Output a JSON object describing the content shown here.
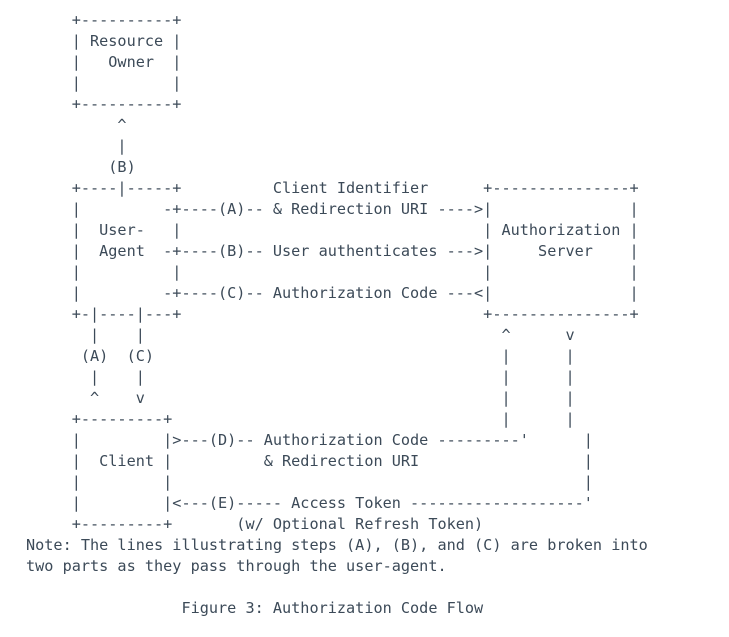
{
  "document": {
    "figure_number": "Figure 3",
    "figure_title": "Authorization Code Flow",
    "caption_line": "                 Figure 3: Authorization Code Flow",
    "background_color": "#ffffff",
    "text_color": "#3c4a58"
  },
  "diagram": {
    "type": "ascii-art-flow-diagram",
    "nodes": [
      {
        "id": "resource-owner",
        "label": "Resource Owner",
        "label_lines": [
          "Resource",
          "Owner"
        ]
      },
      {
        "id": "user-agent",
        "label": "User-Agent",
        "label_lines": [
          "User-",
          "Agent"
        ]
      },
      {
        "id": "authorization-server",
        "label": "Authorization Server",
        "label_lines": [
          "Authorization",
          "Server"
        ]
      },
      {
        "id": "client",
        "label": "Client",
        "label_lines": [
          "Client"
        ]
      }
    ],
    "steps": [
      {
        "id": "A",
        "label": "(A)",
        "text": "Client Identifier & Redirection URI",
        "direction": "---->"
      },
      {
        "id": "B",
        "label": "(B)",
        "text": "User authenticates",
        "direction": "--->"
      },
      {
        "id": "C",
        "label": "(C)",
        "text": "Authorization Code",
        "direction": "---<"
      },
      {
        "id": "D",
        "label": "(D)",
        "text": "Authorization Code & Redirection URI",
        "direction": ">---"
      },
      {
        "id": "E",
        "label": "(E)",
        "text": "Access Token (w/ Optional Refresh Token)",
        "direction": "<---"
      }
    ],
    "art": "     +----------+\n     | Resource |\n     |   Owner  |\n     |          |\n     +----------+\n          ^\n          |\n         (B)\n     +----|-----+          Client Identifier      +---------------+\n     |         -+----(A)-- & Redirection URI ---->|               |\n     |  User-   |                                 | Authorization |\n     |  Agent  -+----(B)-- User authenticates --->|     Server    |\n     |          |                                 |               |\n     |         -+----(C)-- Authorization Code ---<|               |\n     +-|----|---+                                 +---------------+\n       |    |                                       ^      v\n      (A)  (C)                                      |      |\n       |    |                                       |      |\n       ^    v                                       |      |\n     +---------+                                    |      |\n     |         |>---(D)-- Authorization Code ---------'      |\n     |  Client |          & Redirection URI                  |\n     |         |                                             |\n     |         |<---(E)----- Access Token -------------------'\n     +---------+       (w/ Optional Refresh Token)"
  },
  "note": {
    "label": "Note:",
    "lines": [
      "Note: The lines illustrating steps (A), (B), and (C) are broken into",
      "two parts as they pass through the user-agent."
    ],
    "text": "Note: The lines illustrating steps (A), (B), and (C) are broken into\ntwo parts as they pass through the user-agent."
  }
}
